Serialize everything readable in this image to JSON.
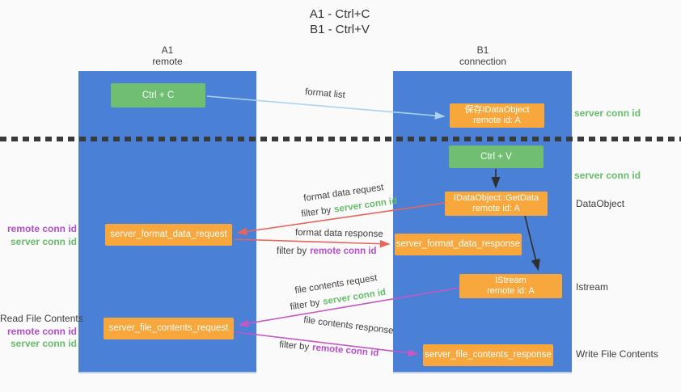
{
  "title": {
    "line1": "A1 - Ctrl+C",
    "line2": "B1 - Ctrl+V"
  },
  "columns": {
    "a1": {
      "name": "A1",
      "subtitle": "remote"
    },
    "b1": {
      "name": "B1",
      "subtitle": "connection"
    }
  },
  "boxes": {
    "ctrl_c": "Ctrl + C",
    "ctrl_v": "Ctrl + V",
    "save_dataobject": {
      "line1": "保存IDataObject",
      "line2": "remote id: A"
    },
    "getdata": {
      "line1": "IDataObject::GetData",
      "line2": "remote id: A"
    },
    "istream": {
      "line1": "IStream",
      "line2": "remote id: A"
    },
    "format_request": "server_format_data_request",
    "format_response": "server_format_data_response",
    "file_request": "server_file_contents_request",
    "file_response": "server_file_contents_response"
  },
  "flow_labels": {
    "format_list": "format list",
    "format_data_request": "format data request",
    "format_data_response": "format data response",
    "file_contents_request": "file contents request",
    "file_contents_response": "file contents response",
    "filter_by": "filter by",
    "server_conn_id": "server conn id",
    "remote_conn_id": "remote conn id"
  },
  "side_labels": {
    "right_server_conn_id": "server conn id",
    "right_dataobject": "DataObject",
    "right_istream": "Istream",
    "right_write_file": "Write File Contents",
    "left_remote_conn_id": "remote conn id",
    "left_server_conn_id": "server conn id",
    "left_read_file": "Read File Contents"
  },
  "colors": {
    "lane_blue": "#4a80d5",
    "node_orange": "#f7a73c",
    "node_green": "#6fbe72",
    "text_green": "#67bd6a",
    "text_purple": "#b44ecb",
    "arrow_red": "#e8655c",
    "arrow_magenta": "#c458c4",
    "arrow_blue": "#a9d4f0",
    "arrow_black": "#2f2f2f"
  }
}
